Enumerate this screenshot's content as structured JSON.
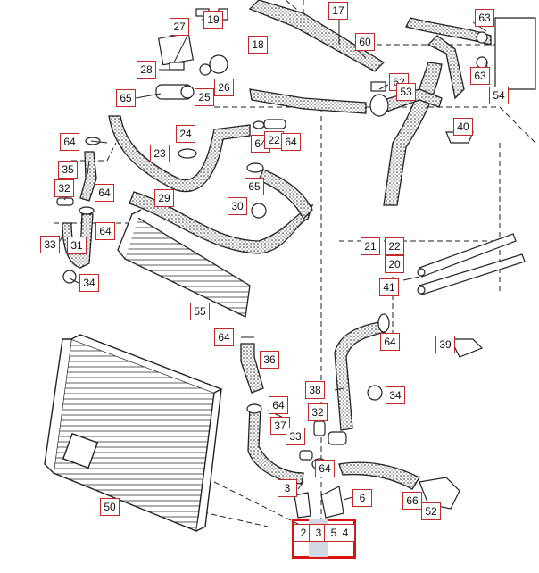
{
  "diagram": {
    "callouts": [
      {
        "key": "c19",
        "label": "19"
      },
      {
        "key": "c27",
        "label": "27"
      },
      {
        "key": "c17",
        "label": "17"
      },
      {
        "key": "c63a",
        "label": "63"
      },
      {
        "key": "c18",
        "label": "18"
      },
      {
        "key": "c60",
        "label": "60"
      },
      {
        "key": "c28",
        "label": "28"
      },
      {
        "key": "c26",
        "label": "26"
      },
      {
        "key": "c25",
        "label": "25"
      },
      {
        "key": "c62",
        "label": "62"
      },
      {
        "key": "c53",
        "label": "53"
      },
      {
        "key": "c63b",
        "label": "63"
      },
      {
        "key": "c54",
        "label": "54"
      },
      {
        "key": "c65a",
        "label": "65"
      },
      {
        "key": "c40",
        "label": "40"
      },
      {
        "key": "c24",
        "label": "24"
      },
      {
        "key": "c64a",
        "label": "64"
      },
      {
        "key": "c23",
        "label": "23"
      },
      {
        "key": "c64b",
        "label": "64"
      },
      {
        "key": "c22a",
        "label": "22"
      },
      {
        "key": "c64c",
        "label": "64"
      },
      {
        "key": "c35",
        "label": "35"
      },
      {
        "key": "c65b",
        "label": "65"
      },
      {
        "key": "c32a",
        "label": "32"
      },
      {
        "key": "c64d",
        "label": "64"
      },
      {
        "key": "c29",
        "label": "29"
      },
      {
        "key": "c30",
        "label": "30"
      },
      {
        "key": "c64e",
        "label": "64"
      },
      {
        "key": "c33a",
        "label": "33"
      },
      {
        "key": "c31",
        "label": "31"
      },
      {
        "key": "c21",
        "label": "21"
      },
      {
        "key": "c22b",
        "label": "22"
      },
      {
        "key": "c20",
        "label": "20"
      },
      {
        "key": "c34a",
        "label": "34"
      },
      {
        "key": "c41",
        "label": "41"
      },
      {
        "key": "c55",
        "label": "55"
      },
      {
        "key": "c64f",
        "label": "64"
      },
      {
        "key": "c64g",
        "label": "64"
      },
      {
        "key": "c39",
        "label": "39"
      },
      {
        "key": "c36",
        "label": "36"
      },
      {
        "key": "c38",
        "label": "38"
      },
      {
        "key": "c34b",
        "label": "34"
      },
      {
        "key": "c64h",
        "label": "64"
      },
      {
        "key": "c32b",
        "label": "32"
      },
      {
        "key": "c37",
        "label": "37"
      },
      {
        "key": "c33b",
        "label": "33"
      },
      {
        "key": "c64i",
        "label": "64"
      },
      {
        "key": "c3a",
        "label": "3"
      },
      {
        "key": "c6",
        "label": "6"
      },
      {
        "key": "c66",
        "label": "66"
      },
      {
        "key": "c52",
        "label": "52"
      },
      {
        "key": "c50",
        "label": "50"
      },
      {
        "key": "c2",
        "label": "2"
      },
      {
        "key": "c3b",
        "label": "3"
      },
      {
        "key": "c5",
        "label": "5"
      },
      {
        "key": "c4",
        "label": "4"
      }
    ]
  }
}
